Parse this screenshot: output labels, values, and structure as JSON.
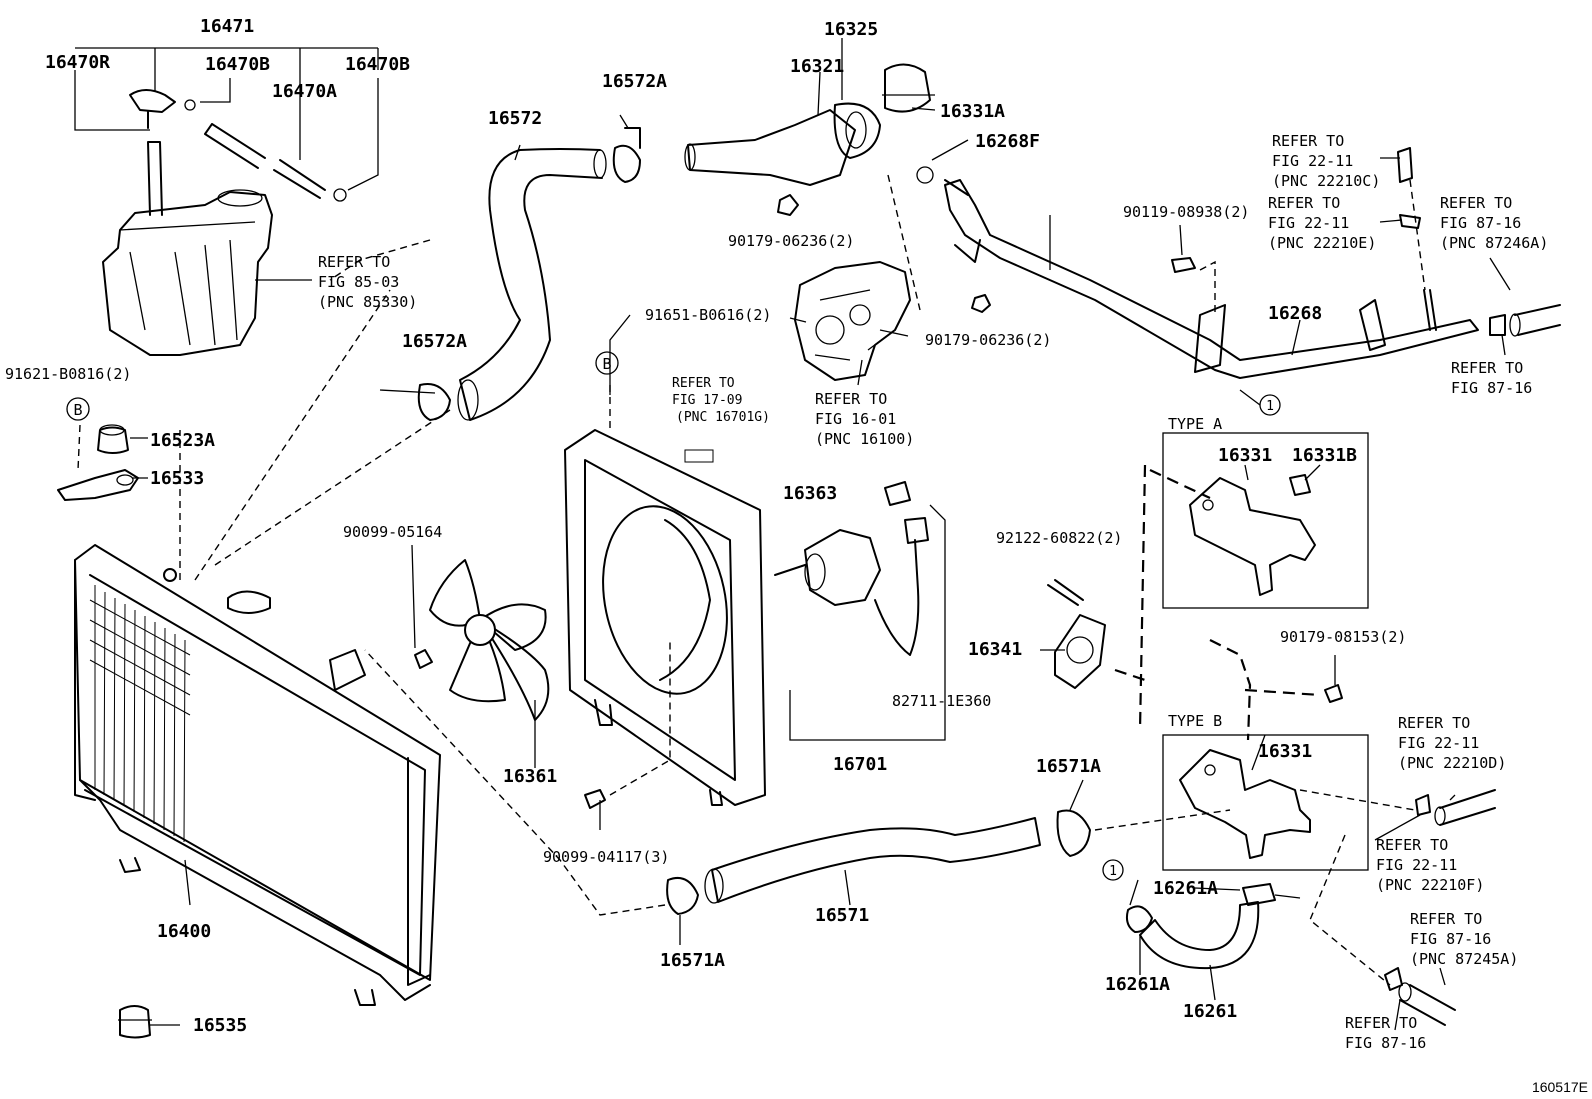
{
  "labels": {
    "l_16471": "16471",
    "l_16470R": "16470R",
    "l_16470B_a": "16470B",
    "l_16470B_b": "16470B",
    "l_16470A": "16470A",
    "l_16572": "16572",
    "l_16572A_top": "16572A",
    "l_16572A_mid": "16572A",
    "l_16325": "16325",
    "l_16321": "16321",
    "l_16331A": "16331A",
    "l_16268F": "16268F",
    "l_16268": "16268",
    "l_91621": "91621-B0816(2)",
    "l_16523A": "16523A",
    "l_16533": "16533",
    "l_90179_06236_a": "90179-06236(2)",
    "l_90179_06236_b": "90179-06236(2)",
    "l_91651": "91651-B0616(2)",
    "l_90119": "90119-08938(2)",
    "l_16363": "16363",
    "l_90099_05164": "90099-05164",
    "l_92122": "92122-60822(2)",
    "l_16341": "16341",
    "l_82711": "82711-1E360",
    "l_16701": "16701",
    "l_16361": "16361",
    "l_90099_04117": "90099-04117(3)",
    "l_90179_08153": "90179-08153(2)",
    "l_16571A_right": "16571A",
    "l_16571A_bottom": "16571A",
    "l_16571": "16571",
    "l_16400": "16400",
    "l_16535": "16535",
    "l_16261A_a": "16261A",
    "l_16261A_b": "16261A",
    "l_16261": "16261",
    "l_16331_a": "16331",
    "l_16331B": "16331B",
    "l_16331_b": "16331",
    "type_a": "TYPE A",
    "type_b": "TYPE B",
    "marker_B": "B",
    "marker_1": "1"
  },
  "refs": [
    {
      "line1": "REFER TO",
      "line2": "FIG 85-03",
      "line3": "(PNC 85330)"
    },
    {
      "line1": "REFER TO",
      "line2": "FIG 17-09",
      "line3": "(PNC 16701G)"
    },
    {
      "line1": "REFER TO",
      "line2": "FIG 16-01",
      "line3": "(PNC 16100)"
    },
    {
      "line1": "REFER TO",
      "line2": "FIG 22-11",
      "line3": "(PNC 22210C)"
    },
    {
      "line1": "REFER TO",
      "line2": "FIG 22-11",
      "line3": "(PNC 22210E)"
    },
    {
      "line1": "REFER TO",
      "line2": "FIG 87-16",
      "line3": "(PNC 87246A)"
    },
    {
      "line1": "REFER TO",
      "line2": "FIG 87-16",
      "line3": ""
    },
    {
      "line1": "REFER TO",
      "line2": "FIG 22-11",
      "line3": "(PNC 22210D)"
    },
    {
      "line1": "REFER TO",
      "line2": "FIG 22-11",
      "line3": "(PNC 22210F)"
    },
    {
      "line1": "REFER TO",
      "line2": "FIG 87-16",
      "line3": "(PNC 87245A)"
    },
    {
      "line1": "REFER TO",
      "line2": "FIG 87-16",
      "line3": ""
    }
  ],
  "diagram_id": "160517E"
}
